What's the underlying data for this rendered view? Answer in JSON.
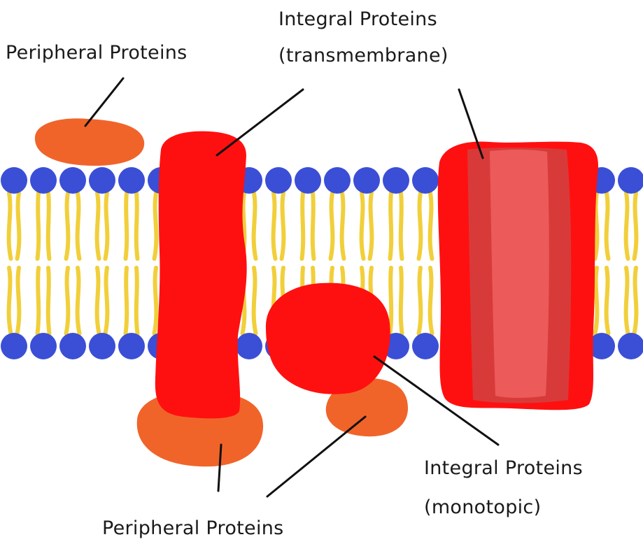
{
  "labels": {
    "peripheral_top": "Peripheral Proteins",
    "integral_transmembrane_title": "Integral Proteins",
    "integral_transmembrane_sub": "(transmembrane)",
    "integral_monotopic_title": "Integral Proteins",
    "integral_monotopic_sub": "(monotopic)",
    "peripheral_bottom": "Peripheral Proteins"
  },
  "colors": {
    "phospholipid_head": "#3a4fd6",
    "lipid_tail": "#f1cf3a",
    "integral_protein": "#ff1010",
    "integral_channel": "#d83a3a",
    "integral_channel_center": "#ec5a5a",
    "peripheral_protein": "#f0642a",
    "leader_line": "#111111"
  }
}
